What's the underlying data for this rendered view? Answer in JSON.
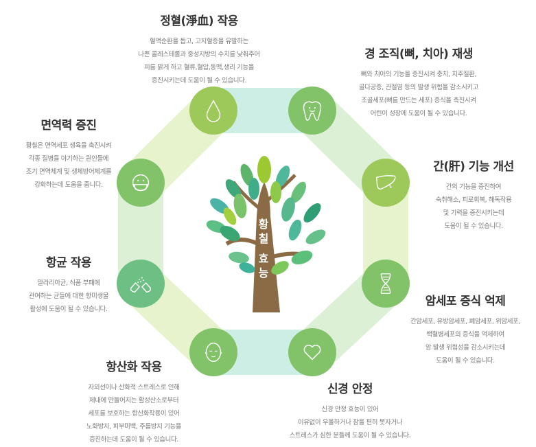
{
  "center": {
    "title_line1": [
      "황",
      "칠"
    ],
    "title_line2": [
      "효",
      "능"
    ]
  },
  "colors": {
    "band_teal": "#cdeee4",
    "band_lightgreen": "#e6f3cc",
    "band_green": "#dcf0d6",
    "circle_lime": "#9cc95a",
    "circle_green": "#82c36a",
    "circle_teal": "#6ebf83",
    "trunk": "#8b6b45"
  },
  "benefits": [
    {
      "icon": "blood-drop-icon",
      "title": "정혈(淨血) 작용",
      "lines": [
        "혈액순환을 돕고, 고지혈증을 유발하는",
        "나쁜 콜레스테롤과 중성지방의 수치를 낮춰주어",
        "피를 맑게 하고 혈류,혈압,동맥,생리 기능을",
        "증진시키는데 도움이 될 수 있습니다."
      ]
    },
    {
      "icon": "tooth-icon",
      "title": "경 조직(뼈, 치아) 재생",
      "lines": [
        "뼈와 치아의 기능을 증진시켜 충치, 치주질환,",
        "골다공증, 관절염 등의 발생 위험을 감소시키고",
        "조골세포(뼈를 만드는 세포) 증식을 촉진시켜",
        "어린이 성장에 도움이 될 수 있습니다."
      ]
    },
    {
      "icon": "liver-icon",
      "title": "간(肝) 기능 개선",
      "lines": [
        "간의 기능을 증진하여",
        "숙취해소, 피로회복, 해독작용",
        "및 기력을 증진시키는데",
        "도움이 될 수 있습니다."
      ]
    },
    {
      "icon": "dna-icon",
      "title": "암세포 증식 억제",
      "lines": [
        "간암세포, 유방암세포, 폐암세포, 위암세포,",
        "백혈병세포의 증식을 억제하여",
        "암 발생 위험성을 감소시키는데",
        "도움이 될 수 있습니다."
      ]
    },
    {
      "icon": "heart-icon",
      "title": "신경 안정",
      "lines": [
        "신경 안정 효능이 있어",
        "이유없이 우울하거나 잠을 편히 못자거나",
        "스트레스가 심한 분들께 도움이 될 수 있습니다."
      ]
    },
    {
      "icon": "calm-face-icon",
      "title": "항산화 작용",
      "lines": [
        "자외선이나 산화적 스트레스로 인해",
        "체내에 만들어지는 활성산소로부터",
        "세포를 보호하는 항산화작용이 있어",
        "노화방지, 피부미백, 주름방지 기능을",
        "증진하는데 도움이 될 수 있습니다."
      ]
    },
    {
      "icon": "capsule-icon",
      "title": "항균 작용",
      "lines": [
        "말라리아균, 식품 부패에",
        "관여하는 균들에 대한 항미생물",
        "활성에 도움이 될 수 있습니다."
      ]
    },
    {
      "icon": "face-mask-icon",
      "title": "면역력 증진",
      "lines": [
        "황칠은 면역세포 생육을 촉진시켜",
        "각종 질병을 야기하는 원인들에",
        "조기 면역체계 및 생체방어체계를",
        "강화하는데 도움을 줍니다."
      ]
    }
  ]
}
